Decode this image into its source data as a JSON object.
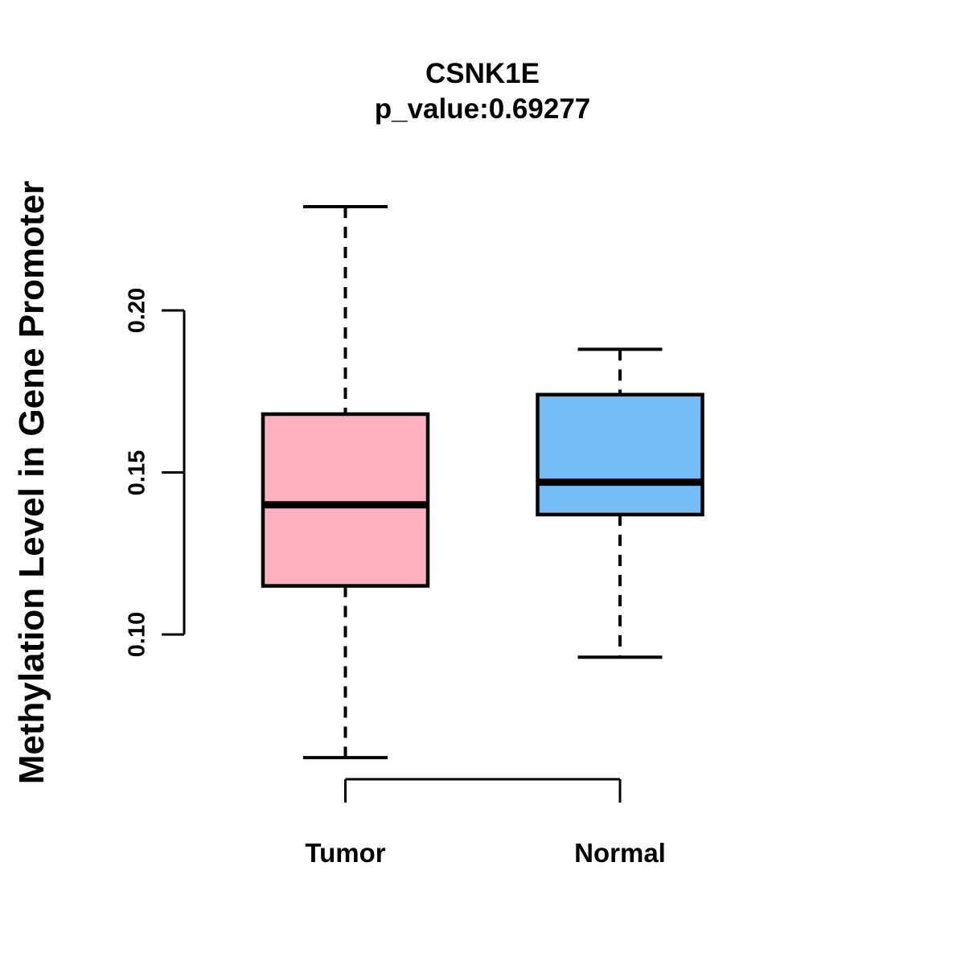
{
  "chart_data": {
    "type": "boxplot",
    "title": "CSNK1E",
    "subtitle": "p_value:0.69277",
    "ylabel": "Methylation Level in Gene Promoter",
    "xlabel": "",
    "categories": [
      "Tumor",
      "Normal"
    ],
    "yticks": [
      "0.10",
      "0.15",
      "0.20"
    ],
    "ytick_values": [
      0.1,
      0.15,
      0.2
    ],
    "y_axis_shown_range": [
      0.1,
      0.2
    ],
    "grid": "off",
    "legend": "none",
    "series": [
      {
        "name": "Tumor",
        "color": "#FFB0C0",
        "whisker_low": 0.062,
        "q1": 0.115,
        "median": 0.14,
        "q3": 0.168,
        "whisker_high": 0.232
      },
      {
        "name": "Normal",
        "color": "#74BDF7",
        "whisker_low": 0.093,
        "q1": 0.137,
        "median": 0.147,
        "q3": 0.174,
        "whisker_high": 0.188
      }
    ],
    "colors": {
      "stroke": "#000000",
      "background": "#ffffff",
      "tumor_fill": "#FFB0C0",
      "normal_fill": "#74BDF7"
    }
  }
}
